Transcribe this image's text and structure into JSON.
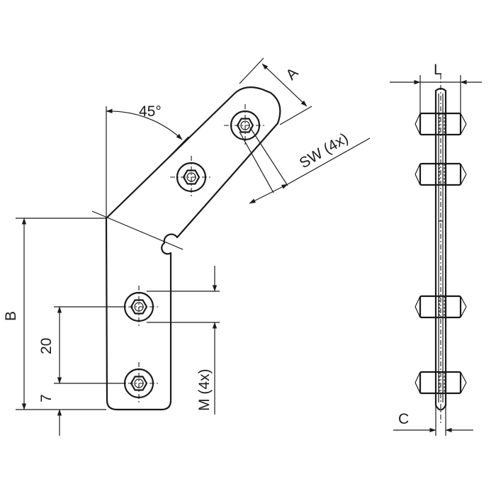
{
  "labels": {
    "angle": "45°",
    "dim_a": "A",
    "dim_sw": "SW (4x)",
    "dim_b": "B",
    "dim_20": "20",
    "dim_7": "7",
    "dim_m": "M (4x)",
    "dim_l": "L",
    "dim_c": "C"
  },
  "colors": {
    "line": "#1a1a1a",
    "background": "#ffffff"
  }
}
